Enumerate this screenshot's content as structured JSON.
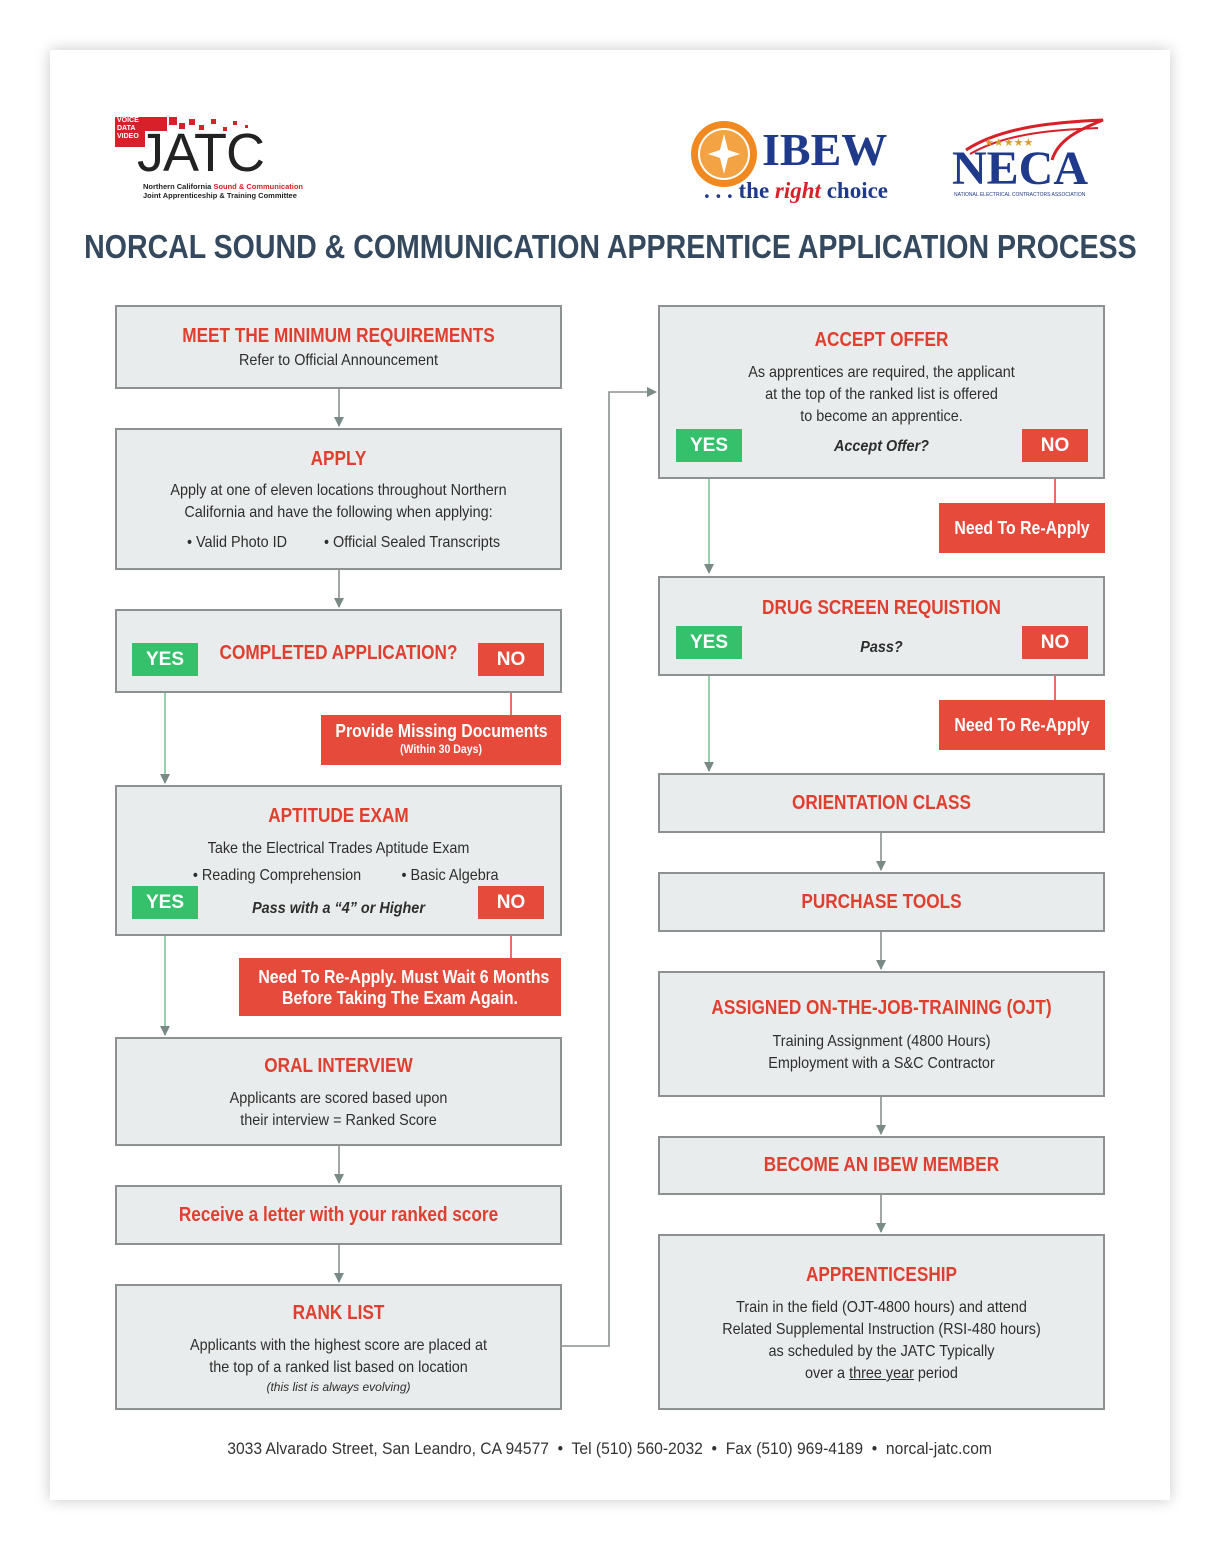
{
  "logos": {
    "jatc": {
      "small_lines": [
        "VOICE",
        "DATA",
        "VIDEO"
      ],
      "name": "JATC",
      "line1_pre": "Northern California ",
      "line1_accent": "Sound & Communication",
      "line2": "Joint Apprenticeship & Training Committee"
    },
    "ibew": {
      "name": "IBEW",
      "tagline_pre": ". . . the ",
      "tagline_accent": "right",
      "tagline_post": " choice"
    },
    "neca": {
      "name": "NECA",
      "sub": "NATIONAL ELECTRICAL CONTRACTORS ASSOCIATION"
    }
  },
  "title": "NORCAL SOUND & COMMUNICATION APPRENTICE APPLICATION PROCESS",
  "left": {
    "min_req": {
      "title": "MEET THE MINIMUM REQUIREMENTS",
      "text": "Refer to Official Announcement"
    },
    "apply": {
      "title": "APPLY",
      "text1": "Apply at one of eleven locations throughout Northern",
      "text2": "California and have the following when applying:",
      "bullet1": "•  Valid Photo ID",
      "bullet2": "•  Official Sealed Transcripts"
    },
    "completed": {
      "title": "COMPLETED APPLICATION?",
      "yes": "YES",
      "no": "NO",
      "no_result_line1": "Provide Missing Documents",
      "no_result_line2": "(Within 30 Days)"
    },
    "aptitude": {
      "title": "APTITUDE EXAM",
      "text": "Take the Electrical Trades Aptitude Exam",
      "bullet1": "•  Reading Comprehension",
      "bullet2": "•  Basic Algebra",
      "question": "Pass with a “4” or Higher",
      "yes": "YES",
      "no": "NO",
      "no_result_line1": "Need To Re-Apply. Must Wait 6 Months",
      "no_result_line2": "Before Taking The Exam Again."
    },
    "oral": {
      "title": "ORAL INTERVIEW",
      "text1": "Applicants are scored based upon",
      "text2": "their interview = Ranked Score"
    },
    "letter": {
      "title": "Receive a letter with your ranked score"
    },
    "rank": {
      "title": "RANK LIST",
      "text1": "Applicants with the highest score are placed at",
      "text2": "the top of a ranked list based on location",
      "note": "(this list is always evolving)"
    }
  },
  "right": {
    "accept": {
      "title": "ACCEPT OFFER",
      "text1": "As apprentices are required, the applicant",
      "text2": "at the top of the ranked list is offered",
      "text3": "to become an apprentice.",
      "question": "Accept Offer?",
      "yes": "YES",
      "no": "NO",
      "no_result": "Need To Re-Apply"
    },
    "drug": {
      "title": "DRUG SCREEN REQUISTION",
      "question": "Pass?",
      "yes": "YES",
      "no": "NO",
      "no_result": "Need To Re-Apply"
    },
    "orientation": {
      "title": "ORIENTATION CLASS"
    },
    "tools": {
      "title": "PURCHASE TOOLS"
    },
    "ojt": {
      "title": "ASSIGNED ON-THE-JOB-TRAINING (OJT)",
      "text1": "Training Assignment (4800 Hours)",
      "text2": "Employment with a S&C Contractor"
    },
    "member": {
      "title": "BECOME AN IBEW MEMBER"
    },
    "apprenticeship": {
      "title": "APPRENTICESHIP",
      "text1": "Train in the field (OJT-4800 hours) and attend",
      "text2": "Related Supplemental Instruction (RSI-480 hours)",
      "text3": "as scheduled by the JATC Typically",
      "text4_pre": "over a ",
      "text4_under": "three year",
      "text4_post": " period"
    }
  },
  "footer": "3033 Alvarado Street, San Leandro, CA 94577  •  Tel (510) 560-2032  •  Fax (510) 969-4189  •  norcal-jatc.com",
  "colors": {
    "accent_red": "#e03f2f",
    "yes_green": "#35c16c",
    "no_red": "#e54a3b",
    "box_bg": "#e9ecec",
    "title_navy": "#34495e"
  }
}
